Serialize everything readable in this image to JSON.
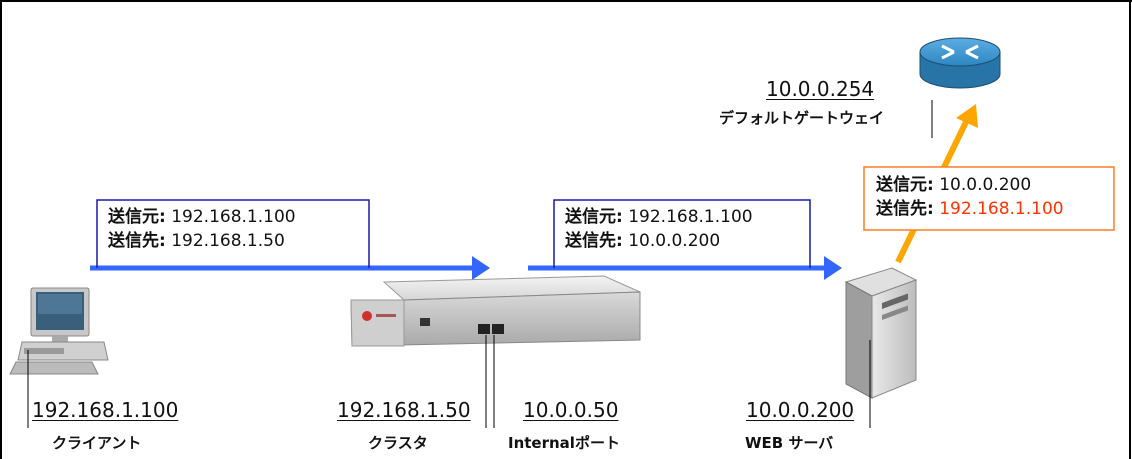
{
  "packets": [
    {
      "src_label": "送信元:",
      "src": "192.168.1.100",
      "dst_label": "送信先:",
      "dst": "192.168.1.50"
    },
    {
      "src_label": "送信元:",
      "src": "192.168.1.100",
      "dst_label": "送信先:",
      "dst": "10.0.0.200"
    },
    {
      "src_label": "送信元:",
      "src": "10.0.0.200",
      "dst_label": "送信先:",
      "dst": "192.168.1.100"
    }
  ],
  "nodes": {
    "client": {
      "address": "192.168.1.100",
      "name": "クライアント"
    },
    "cluster": {
      "address": "192.168.1.50",
      "name": "クラスタ"
    },
    "internal_port": {
      "address": "10.0.0.50",
      "name": "Internalポート"
    },
    "web_server": {
      "address": "10.0.0.200",
      "name": "WEB サーバ"
    },
    "gateway": {
      "address": "10.0.0.254",
      "name": "デフォルトゲートウェイ"
    }
  },
  "colors": {
    "request_arrow": "#3366ff",
    "response_arrow": "#ffa500",
    "request_box_border": "#1a1aa8",
    "response_box_border": "#ff7f27",
    "highlight_text": "#ff3300",
    "router": "#2e86c1"
  },
  "icons": {
    "client": "desktop-computer-icon",
    "cluster": "load-balancer-appliance-icon",
    "web_server": "tower-server-icon",
    "gateway": "router-icon"
  }
}
